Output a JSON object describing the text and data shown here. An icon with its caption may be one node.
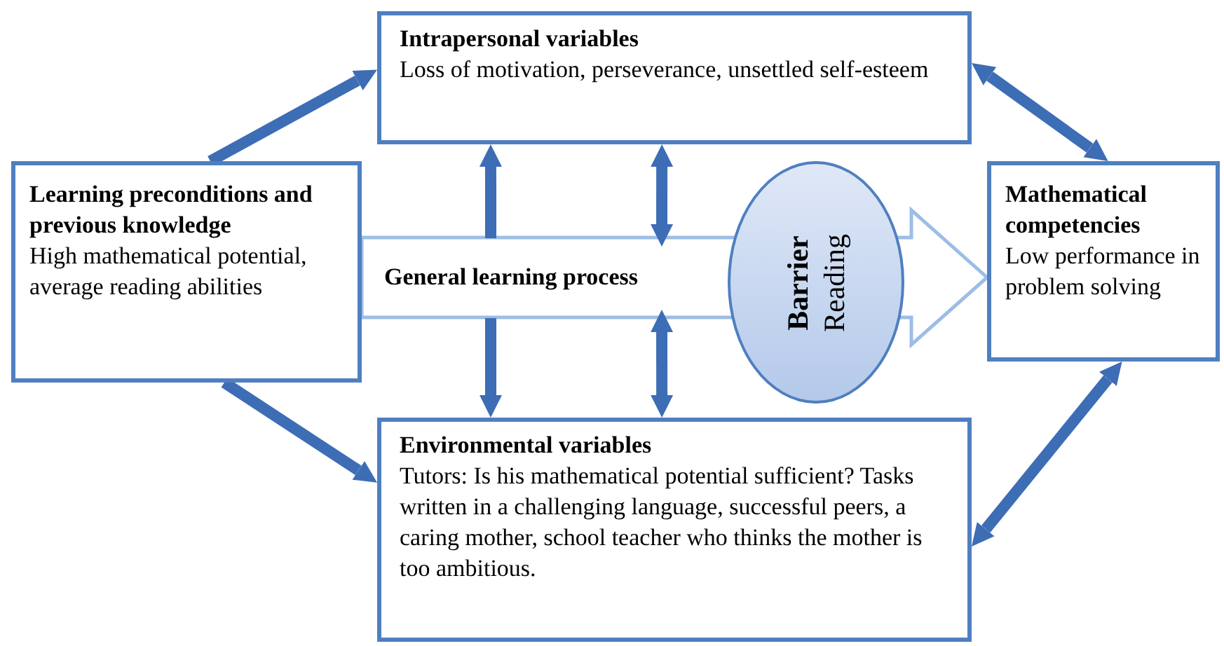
{
  "diagram": {
    "nodes": [
      {
        "text": [
          "Learning preconditions and previous knowledge",
          "High mathematical potential, average reading abilities"
        ]
      },
      {
        "text": [
          "Intrapersonal variables",
          "Loss of motivation, perseverance, unsettled self-esteem"
        ]
      },
      {
        "text": [
          "Environmental variables",
          "Tutors: Is his mathematical potential sufficient? Tasks written in a challenging language, successful peers, a caring mother, school teacher who thinks the mother is too ambitious."
        ]
      },
      {
        "text": [
          "Mathematical competencies",
          "Low performance in problem solving"
        ]
      },
      {
        "text": [
          "Barrier",
          "Reading"
        ]
      }
    ],
    "edges": [
      {
        "from": 0,
        "to": 3,
        "arrow": "to",
        "label": "General learning process",
        "style": "thick",
        "color": "#9dbde6"
      },
      {
        "from": null,
        "to": 1,
        "arrow": "to"
      },
      {
        "from": null,
        "to": 1,
        "arrow": "both"
      },
      {
        "from": null,
        "to": 2,
        "arrow": "to"
      },
      {
        "from": null,
        "to": 2,
        "arrow": "both"
      },
      {
        "from": 0,
        "to": 1,
        "arrow": "to"
      },
      {
        "from": 0,
        "to": 2,
        "arrow": "to"
      },
      {
        "from": 1,
        "to": 3,
        "arrow": "both"
      },
      {
        "from": 2,
        "to": 3,
        "arrow": "both"
      }
    ]
  }
}
